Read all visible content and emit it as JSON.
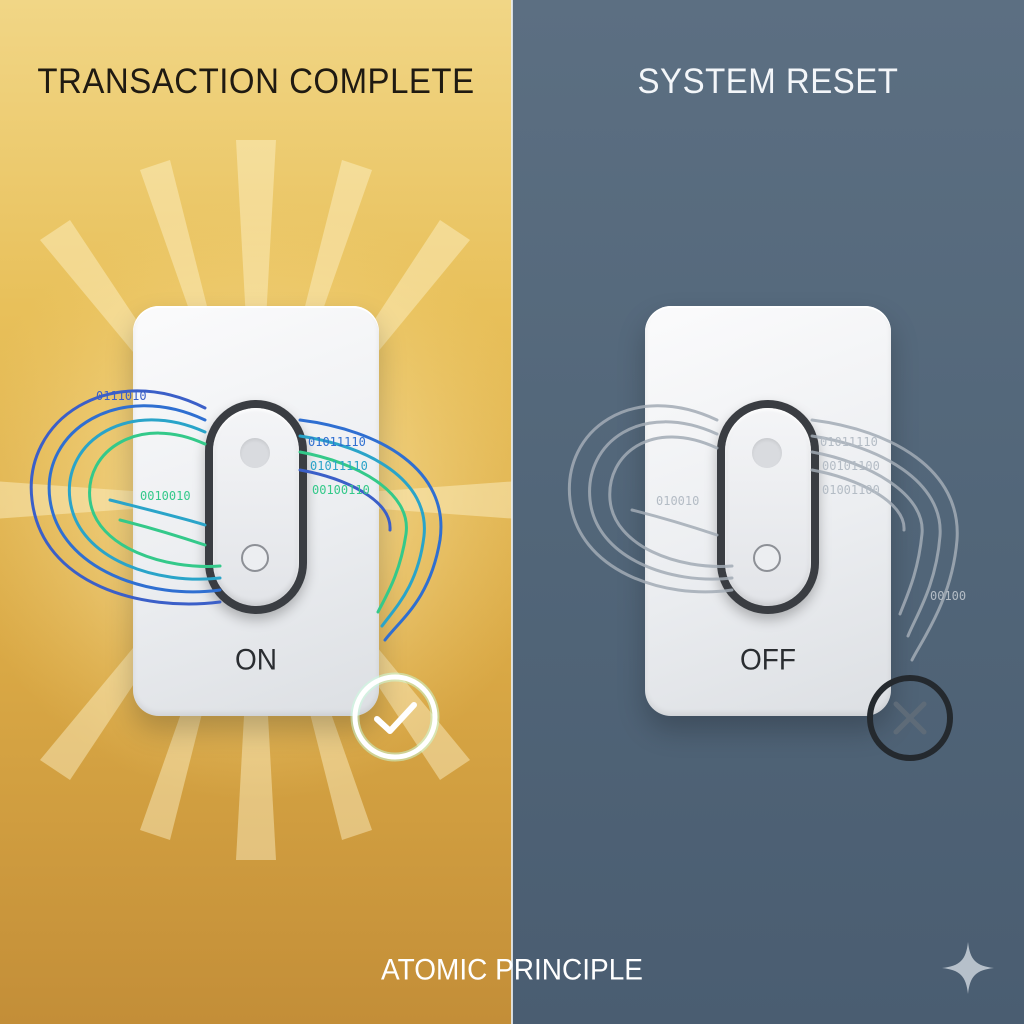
{
  "left_panel": {
    "title": "TRANSACTION COMPLETE",
    "switch_label": "ON",
    "status_icon": "checkmark-icon",
    "background_color": "#e2b552",
    "code_colors": [
      "#2f6fd1",
      "#2aa4c9",
      "#34c98a"
    ],
    "binary_strings": [
      "01011110",
      "01011110",
      "0010010",
      "00100110",
      "0111010"
    ]
  },
  "right_panel": {
    "title": "SYSTEM RESET",
    "switch_label": "OFF",
    "status_icon": "x-icon",
    "background_color": "#53677a",
    "code_color": "#9aa3ad",
    "binary_strings": [
      "01011110",
      "00101100",
      "01001100",
      "010010",
      "00100"
    ]
  },
  "footer": {
    "caption": "ATOMIC PRINCIPLE",
    "corner_icon": "sparkle-icon"
  }
}
